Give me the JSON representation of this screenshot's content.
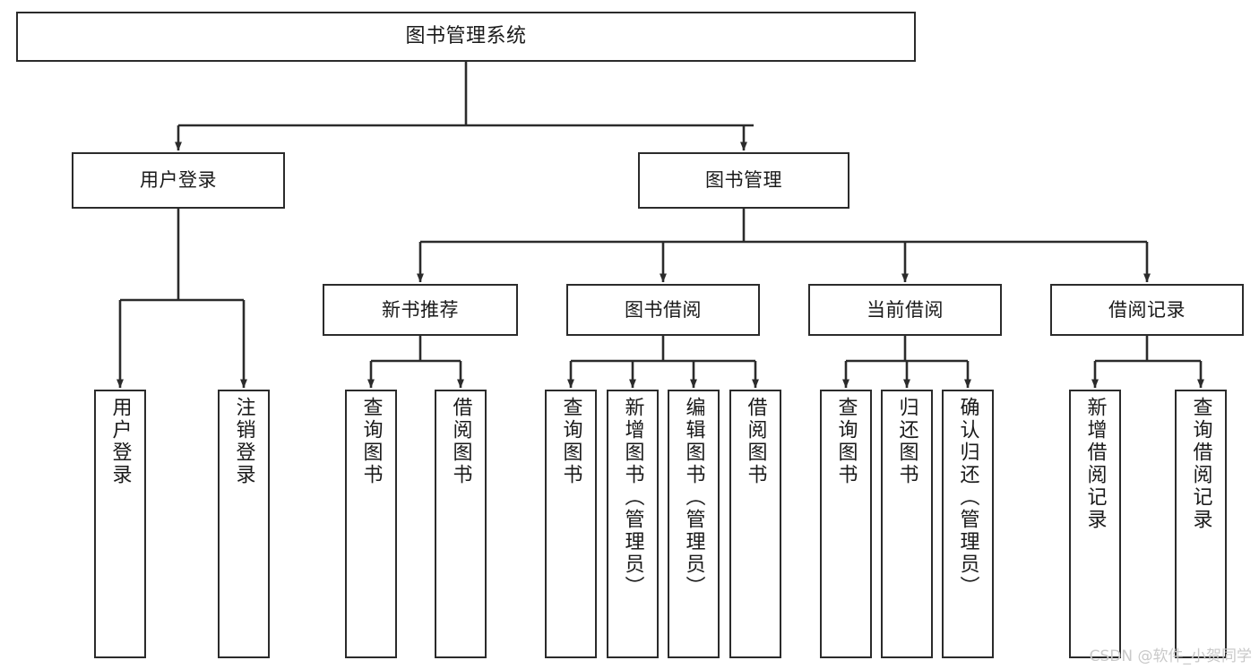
{
  "diagram": {
    "title": "图书管理系统",
    "type": "tree-hierarchy-diagram",
    "colors": {
      "box_border": "#2b2b2b",
      "box_fill": "#ffffff",
      "connector": "#2b2b2b",
      "background": "#ffffff",
      "watermark": "#c9c9c9"
    }
  },
  "root": {
    "label": "图书管理系统"
  },
  "level2": [
    {
      "label": "用户登录"
    },
    {
      "label": "图书管理"
    }
  ],
  "level3": [
    {
      "label": "新书推荐"
    },
    {
      "label": "图书借阅"
    },
    {
      "label": "当前借阅"
    },
    {
      "label": "借阅记录"
    }
  ],
  "leaves": {
    "user_login": [
      {
        "label": "用户登录"
      },
      {
        "label": "注销登录"
      }
    ],
    "new_book": [
      {
        "label": "查询图书"
      },
      {
        "label": "借阅图书"
      }
    ],
    "book_borrow": [
      {
        "label": "查询图书"
      },
      {
        "label": "新增图书（管理员）"
      },
      {
        "label": "编辑图书（管理员）"
      },
      {
        "label": "借阅图书"
      }
    ],
    "current_borrow": [
      {
        "label": "查询图书"
      },
      {
        "label": "归还图书"
      },
      {
        "label": "确认归还（管理员）"
      }
    ],
    "borrow_record": [
      {
        "label": "新增借阅记录"
      },
      {
        "label": "查询借阅记录"
      }
    ]
  },
  "watermark": {
    "text": "CSDN @软件_小贺同学"
  }
}
